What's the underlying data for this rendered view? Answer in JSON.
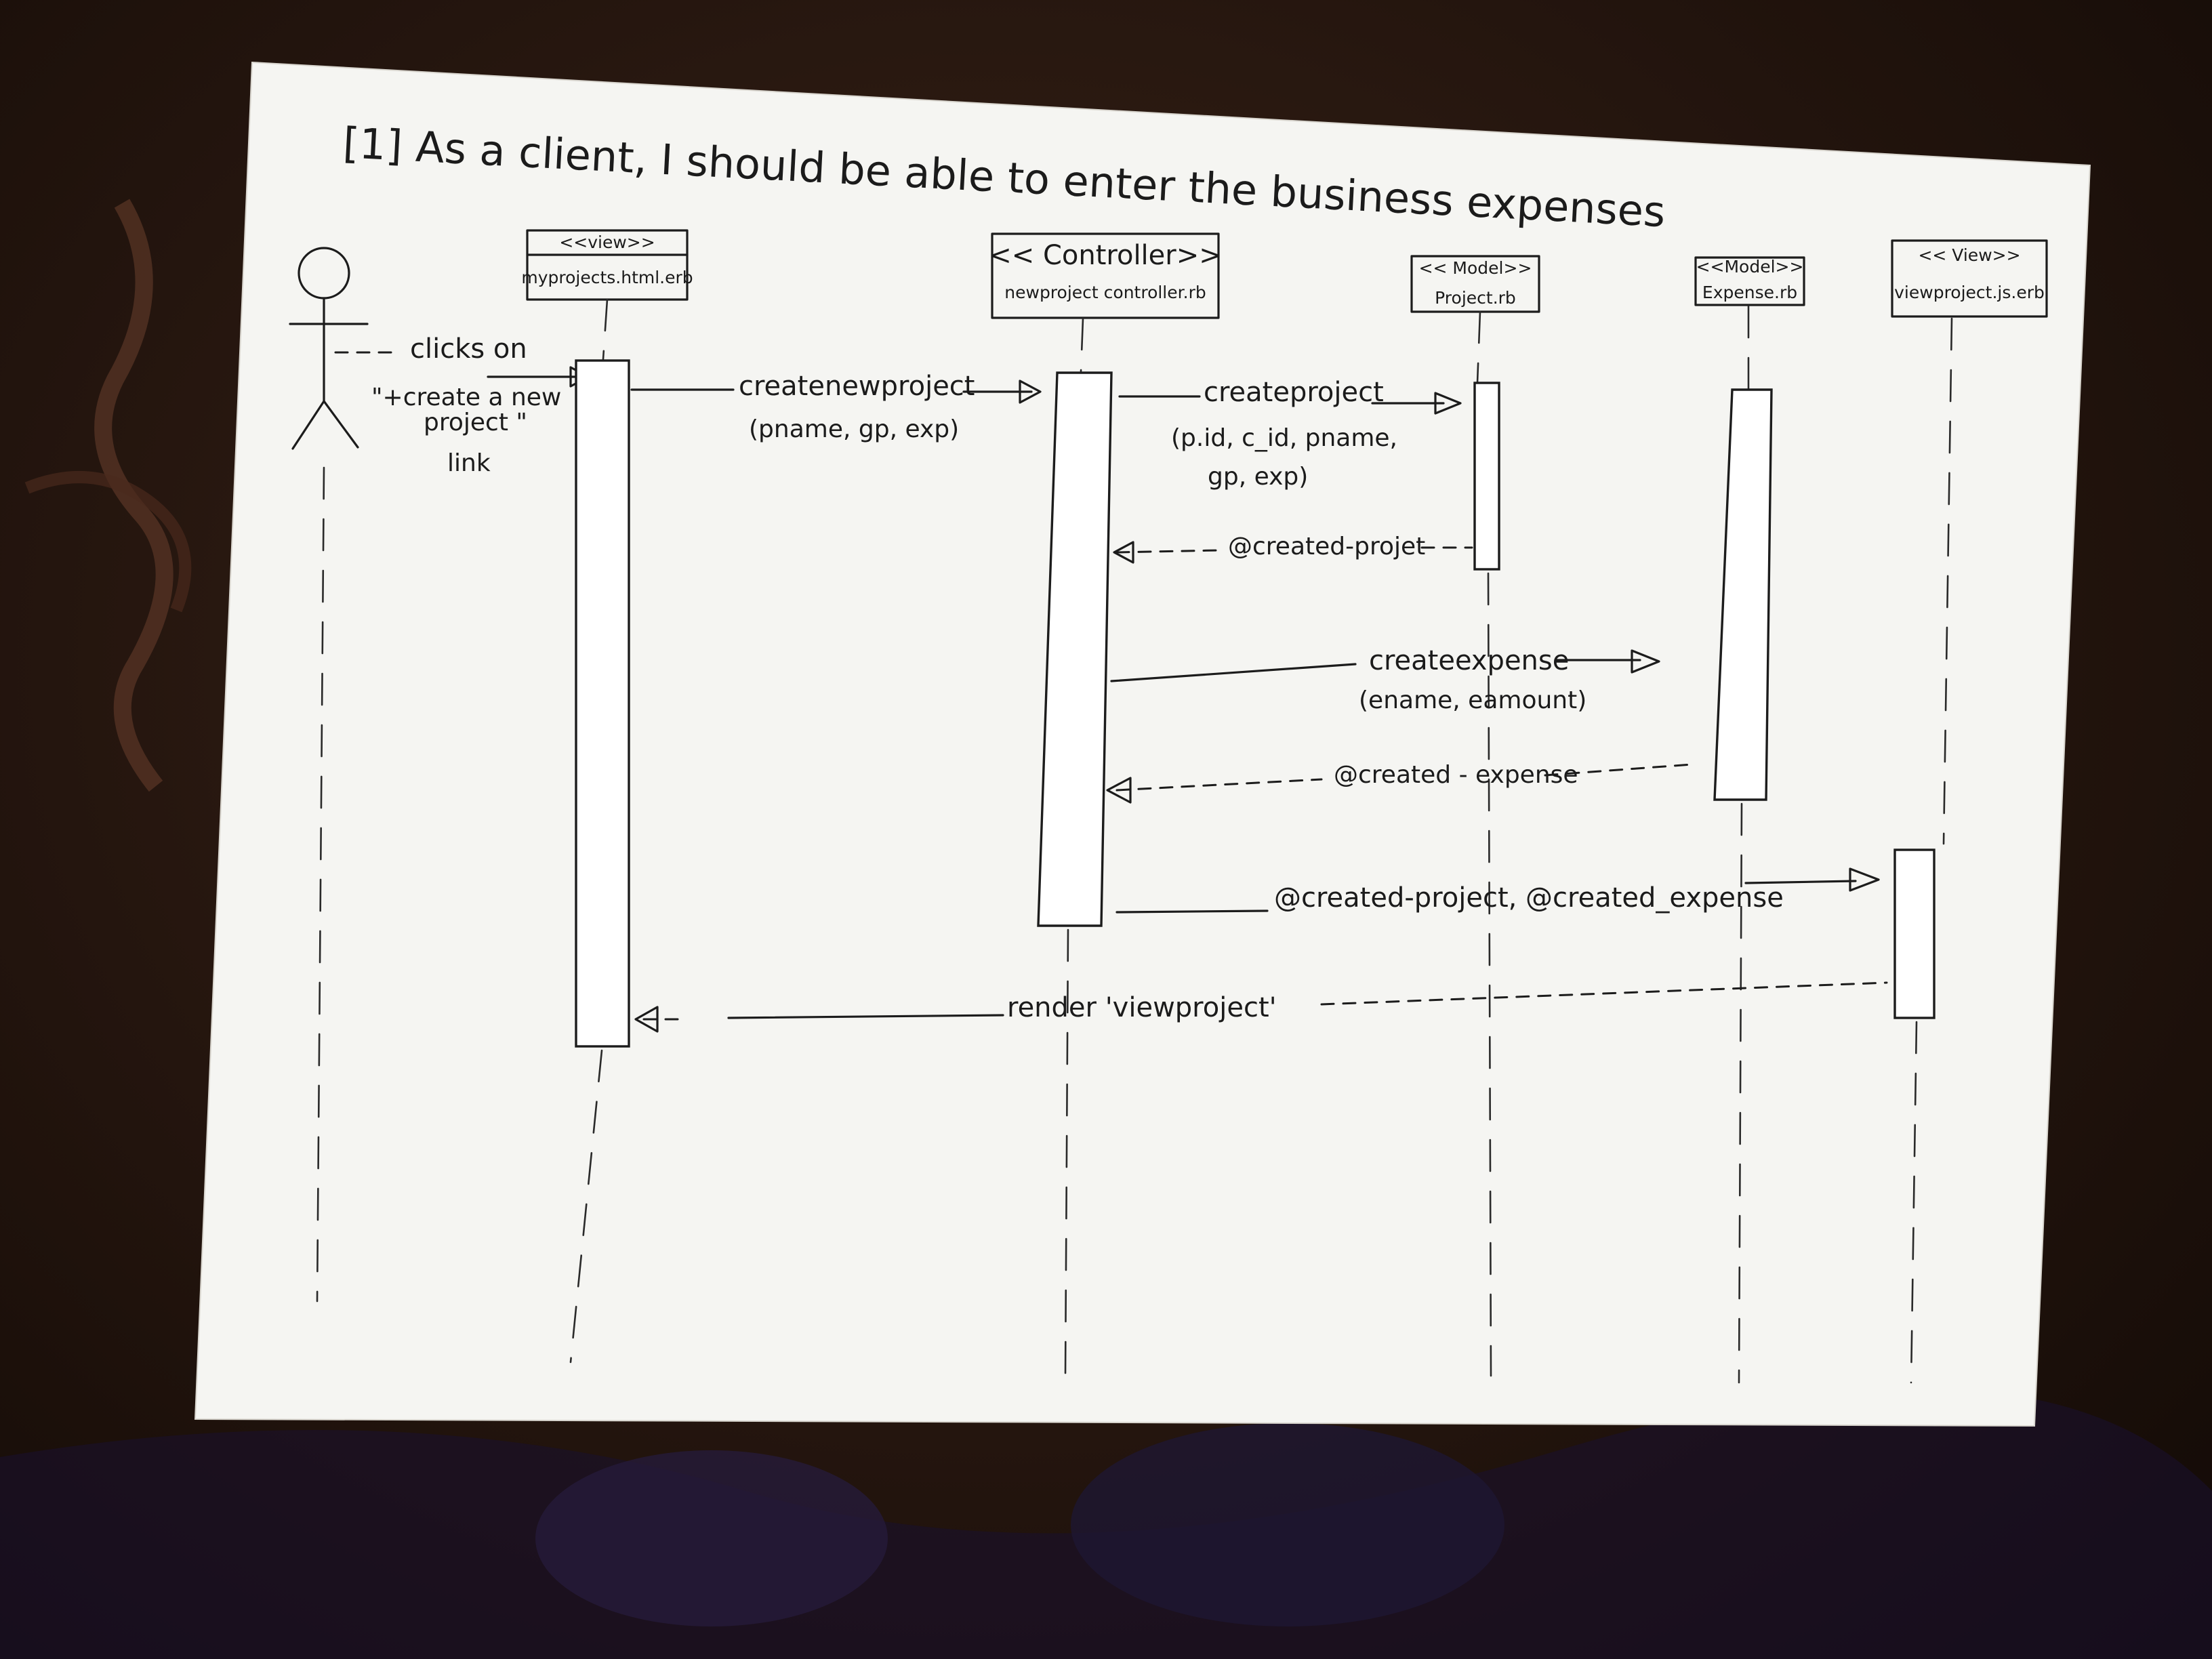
{
  "title": "[1] As a client, I should be able to enter the business expenses",
  "actor": {
    "note_line1": "clicks on",
    "note_line2": "\"+create a new",
    "note_line3": "project \"",
    "note_line4": "link"
  },
  "participants": [
    {
      "stereotype": "<<view>>",
      "name": "myprojects.html.erb"
    },
    {
      "stereotype": "<< Controller>>",
      "name": "newproject controller.rb"
    },
    {
      "stereotype": "<< Model>>",
      "name": "Project.rb"
    },
    {
      "stereotype": "<<Model>>",
      "name": "Expense.rb"
    },
    {
      "stereotype": "<< View>>",
      "name": "viewproject.js.erb"
    }
  ],
  "messages": [
    {
      "label": "createnewproject",
      "args": "(pname, gp, exp)",
      "type": "call"
    },
    {
      "label": "createproject",
      "args_line1": "(p.id, c_id, pname,",
      "args_line2": "gp, exp)",
      "type": "call"
    },
    {
      "label": "@created-projet",
      "type": "return"
    },
    {
      "label": "createexpense",
      "args": "(ename, eamount)",
      "type": "call"
    },
    {
      "label": "@created - expense",
      "type": "return"
    },
    {
      "label": "@created-project, @created_expense",
      "type": "call"
    },
    {
      "label": "render 'viewproject'",
      "type": "return"
    }
  ],
  "colors": {
    "paper": "#f7f7f5",
    "ink": "#1c1c1c",
    "background": "#24150e"
  }
}
